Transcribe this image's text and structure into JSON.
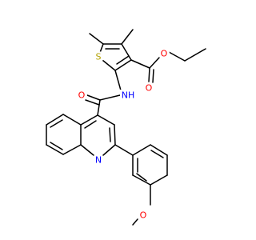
{
  "colors": {
    "S": "#b2a100",
    "O": "#ff0000",
    "N": "#0000ff",
    "bond": "#000000",
    "background": "#ffffff"
  },
  "labels": {
    "s1": "S",
    "o_ester_dbl": "O",
    "o_ester_sgl": "O",
    "nh": "NH",
    "o_amide": "O",
    "n_quin": "N",
    "o_methoxy": "O"
  }
}
